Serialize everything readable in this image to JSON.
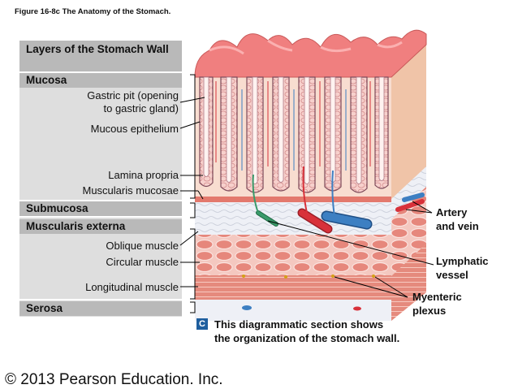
{
  "figure_title": "Figure 16-8c  The Anatomy of the Stomach.",
  "panel": {
    "header": "Layers of the Stomach Wall",
    "layers": [
      "Mucosa",
      "Submucosa",
      "Muscularis externa",
      "Serosa"
    ]
  },
  "left_labels": {
    "gastric_pit_line1": "Gastric pit (opening",
    "gastric_pit_line2": "to gastric gland)",
    "mucous_epithelium": "Mucous epithelium",
    "lamina_propria": "Lamina propria",
    "muscularis_mucosae": "Muscularis mucosae",
    "oblique_muscle": "Oblique muscle",
    "circular_muscle": "Circular muscle",
    "longitudinal_muscle": "Longitudinal muscle"
  },
  "right_labels": {
    "artery_line1": "Artery",
    "artery_line2": "and vein",
    "lymphatic_line1": "Lymphatic",
    "lymphatic_line2": "vessel",
    "myenteric_line1": "Myenteric",
    "myenteric_line2": "plexus"
  },
  "caption_badge": "C",
  "caption_line1": "This diagrammatic section shows",
  "caption_line2": "the organization of the stomach wall.",
  "copyright": "© 2013 Pearson Education. Inc.",
  "colors": {
    "panel_bg": "#dedede",
    "header_bg": "#b9b9b9",
    "badge_blue": "#1e5e9e",
    "mucosa_pink": "#f3a6a6",
    "muscle_red": "#e07a6e",
    "artery_red": "#d8313a",
    "vein_blue": "#3d7fc2",
    "lymph_green": "#3a9a6a"
  }
}
